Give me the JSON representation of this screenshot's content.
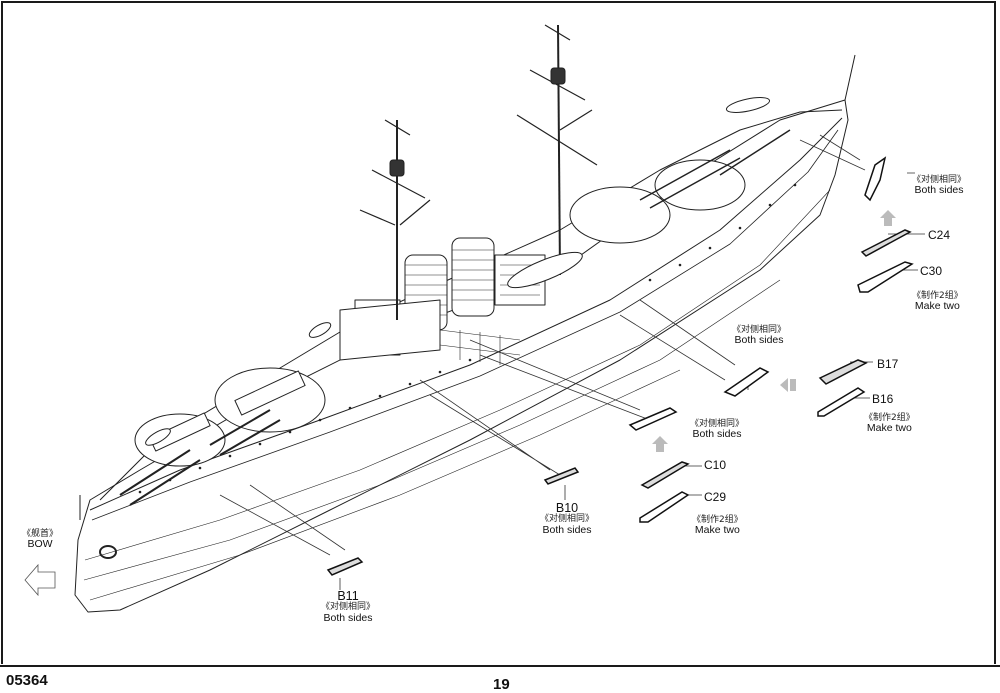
{
  "document": {
    "type": "model kit assembly instruction page",
    "product_code": "05364",
    "page_number": "19"
  },
  "orientation": {
    "cn": "《舰首》",
    "en": "BOW",
    "icon": "bow-direction-arrow-icon"
  },
  "callouts": [
    {
      "id": "lifeboat-stern-starboard",
      "cn": "《对侧相同》",
      "en": "Both sides"
    },
    {
      "id": "lifeboat-midship",
      "cn": "《对侧相同》",
      "en": "Both sides"
    },
    {
      "id": "b10",
      "part": "B10",
      "cn": "《对侧相同》",
      "en": "Both sides"
    },
    {
      "id": "b11",
      "part": "B11",
      "cn": "《对侧相同》",
      "en": "Both sides"
    }
  ],
  "subassemblies": [
    {
      "id": "c24-c30",
      "parts": [
        "C24",
        "C30"
      ],
      "cn": "《制作2组》",
      "en": "Make two",
      "arrow": "up-arrow-icon"
    },
    {
      "id": "b17-b16",
      "parts": [
        "B17",
        "B16"
      ],
      "cn": "《制作2组》",
      "en": "Make two",
      "arrow": "left-arrow-icon"
    },
    {
      "id": "c10-c29",
      "parts": [
        "C10",
        "C29"
      ],
      "cn": "《制作2组》",
      "en": "Make two",
      "arrow": "up-arrow-icon"
    }
  ]
}
